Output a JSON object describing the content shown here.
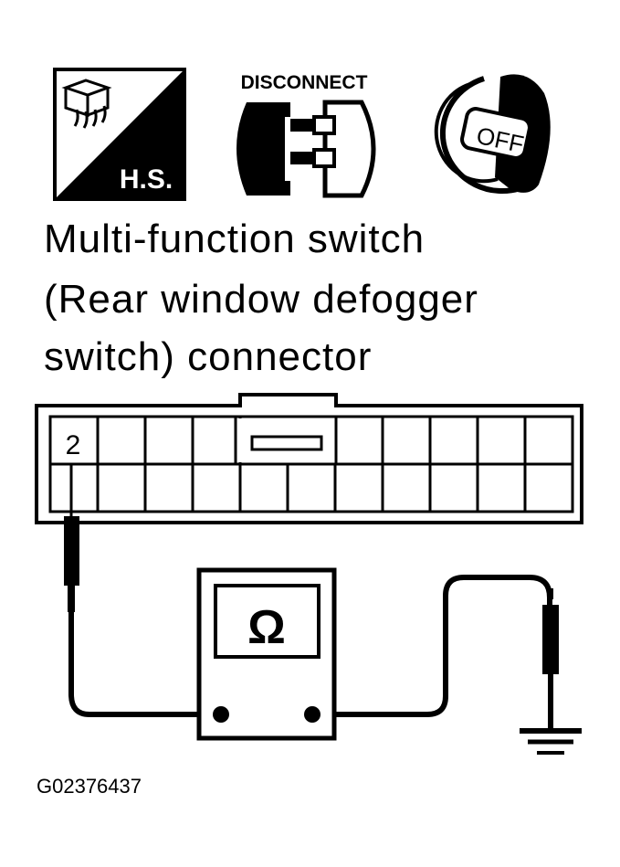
{
  "icons": {
    "harness_side": {
      "name": "harness-side-icon",
      "label": "H.S."
    },
    "disconnect": {
      "name": "disconnect-connector-icon",
      "label": "DISCONNECT"
    },
    "ignition": {
      "name": "ignition-key-off-icon",
      "label": "OFF"
    }
  },
  "title": {
    "lines": [
      "Multi-function switch",
      "(Rear window defogger",
      "switch) connector"
    ]
  },
  "connector": {
    "terminal_label": "2",
    "rows": 2,
    "columns": 11
  },
  "meter": {
    "symbol": "Ω",
    "icon": "ohmmeter-icon"
  },
  "ground": {
    "icon": "ground-symbol-icon"
  },
  "figure_id": "G02376437"
}
